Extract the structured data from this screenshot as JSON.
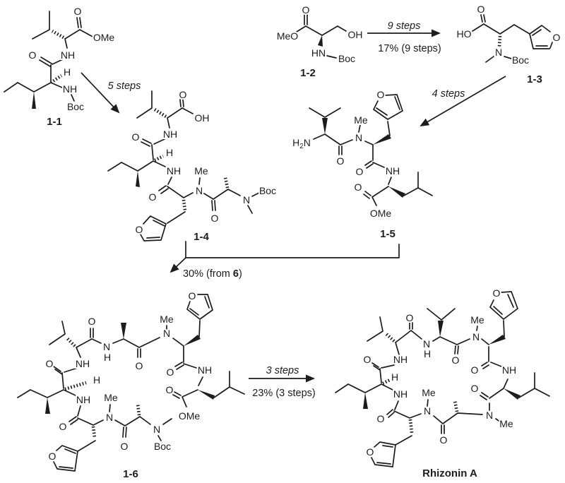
{
  "colors": {
    "ink": "#1c1c1c",
    "background": "#ffffff"
  },
  "compounds": {
    "c1_1": {
      "name": "1-1",
      "atoms": {
        "o1": "O",
        "ome": "OMe",
        "nh1": "NH",
        "o2": "O",
        "h1": "H",
        "nh2": "NH",
        "boc": "Boc"
      }
    },
    "c1_2": {
      "name": "1-2",
      "atoms": {
        "meo": "MeO",
        "o1": "O",
        "oh": "OH",
        "hn": "HN",
        "boc": "Boc"
      }
    },
    "c1_3": {
      "name": "1-3",
      "atoms": {
        "o1": "O",
        "ho": "HO",
        "n1": "N",
        "boc": "Boc",
        "furan_o": "O"
      }
    },
    "c1_4": {
      "name": "1-4",
      "atoms": {
        "o1": "O",
        "oh": "OH",
        "nh1": "NH",
        "o2": "O",
        "h1": "H",
        "nh2": "NH",
        "o3": "O",
        "me1": "Me",
        "n1": "N",
        "o4": "O",
        "n2": "N",
        "boc": "Boc",
        "furan_o": "O"
      }
    },
    "c1_5": {
      "name": "1-5",
      "atoms": {
        "h2n_h": "H",
        "h2n_sub": "2",
        "h2n_n": "N",
        "o1": "O",
        "me1": "Me",
        "n1": "N",
        "furan_o": "O",
        "o2": "O",
        "nh1": "NH",
        "o3": "O",
        "ome": "OMe"
      }
    },
    "c1_6": {
      "name": "1-6",
      "atoms": {
        "o1": "O",
        "n1": "N",
        "h1": "H",
        "nh1": "NH",
        "o2": "O",
        "h2": "H",
        "nh2": "NH",
        "o3": "O",
        "me1": "Me",
        "n2": "N",
        "furan1_o": "O",
        "o4": "O",
        "n3": "N",
        "boc": "Boc",
        "o5": "O",
        "me2": "Me",
        "n4": "N",
        "furan2_o": "O",
        "o6": "O",
        "nh3": "NH",
        "o7": "O",
        "ome": "OMe"
      }
    },
    "rhizonin": {
      "name": "Rhizonin A",
      "atoms": {
        "o1": "O",
        "n1": "N",
        "h1": "H",
        "nh1": "NH",
        "o2": "O",
        "h2": "H",
        "nh2": "NH",
        "o3": "O",
        "me1": "Me",
        "n2": "N",
        "furan1_o": "O",
        "o4": "O",
        "n3": "N",
        "me2": "Me",
        "o5": "O",
        "nh3": "NH",
        "o6": "O",
        "me3": "Me",
        "n4": "N",
        "furan2_o": "O",
        "o7": "O"
      }
    }
  },
  "arrows": {
    "five_steps": {
      "label": "5 steps"
    },
    "nine_steps": {
      "label": "9 steps",
      "yield": "17% (9 steps)"
    },
    "four_steps": {
      "label": "4 steps"
    },
    "convergent": {
      "yield_prefix": "30% (from ",
      "yield_compound": "6",
      "yield_suffix": ")"
    },
    "three_steps": {
      "label": "3 steps",
      "yield": "23% (3 steps)"
    }
  }
}
